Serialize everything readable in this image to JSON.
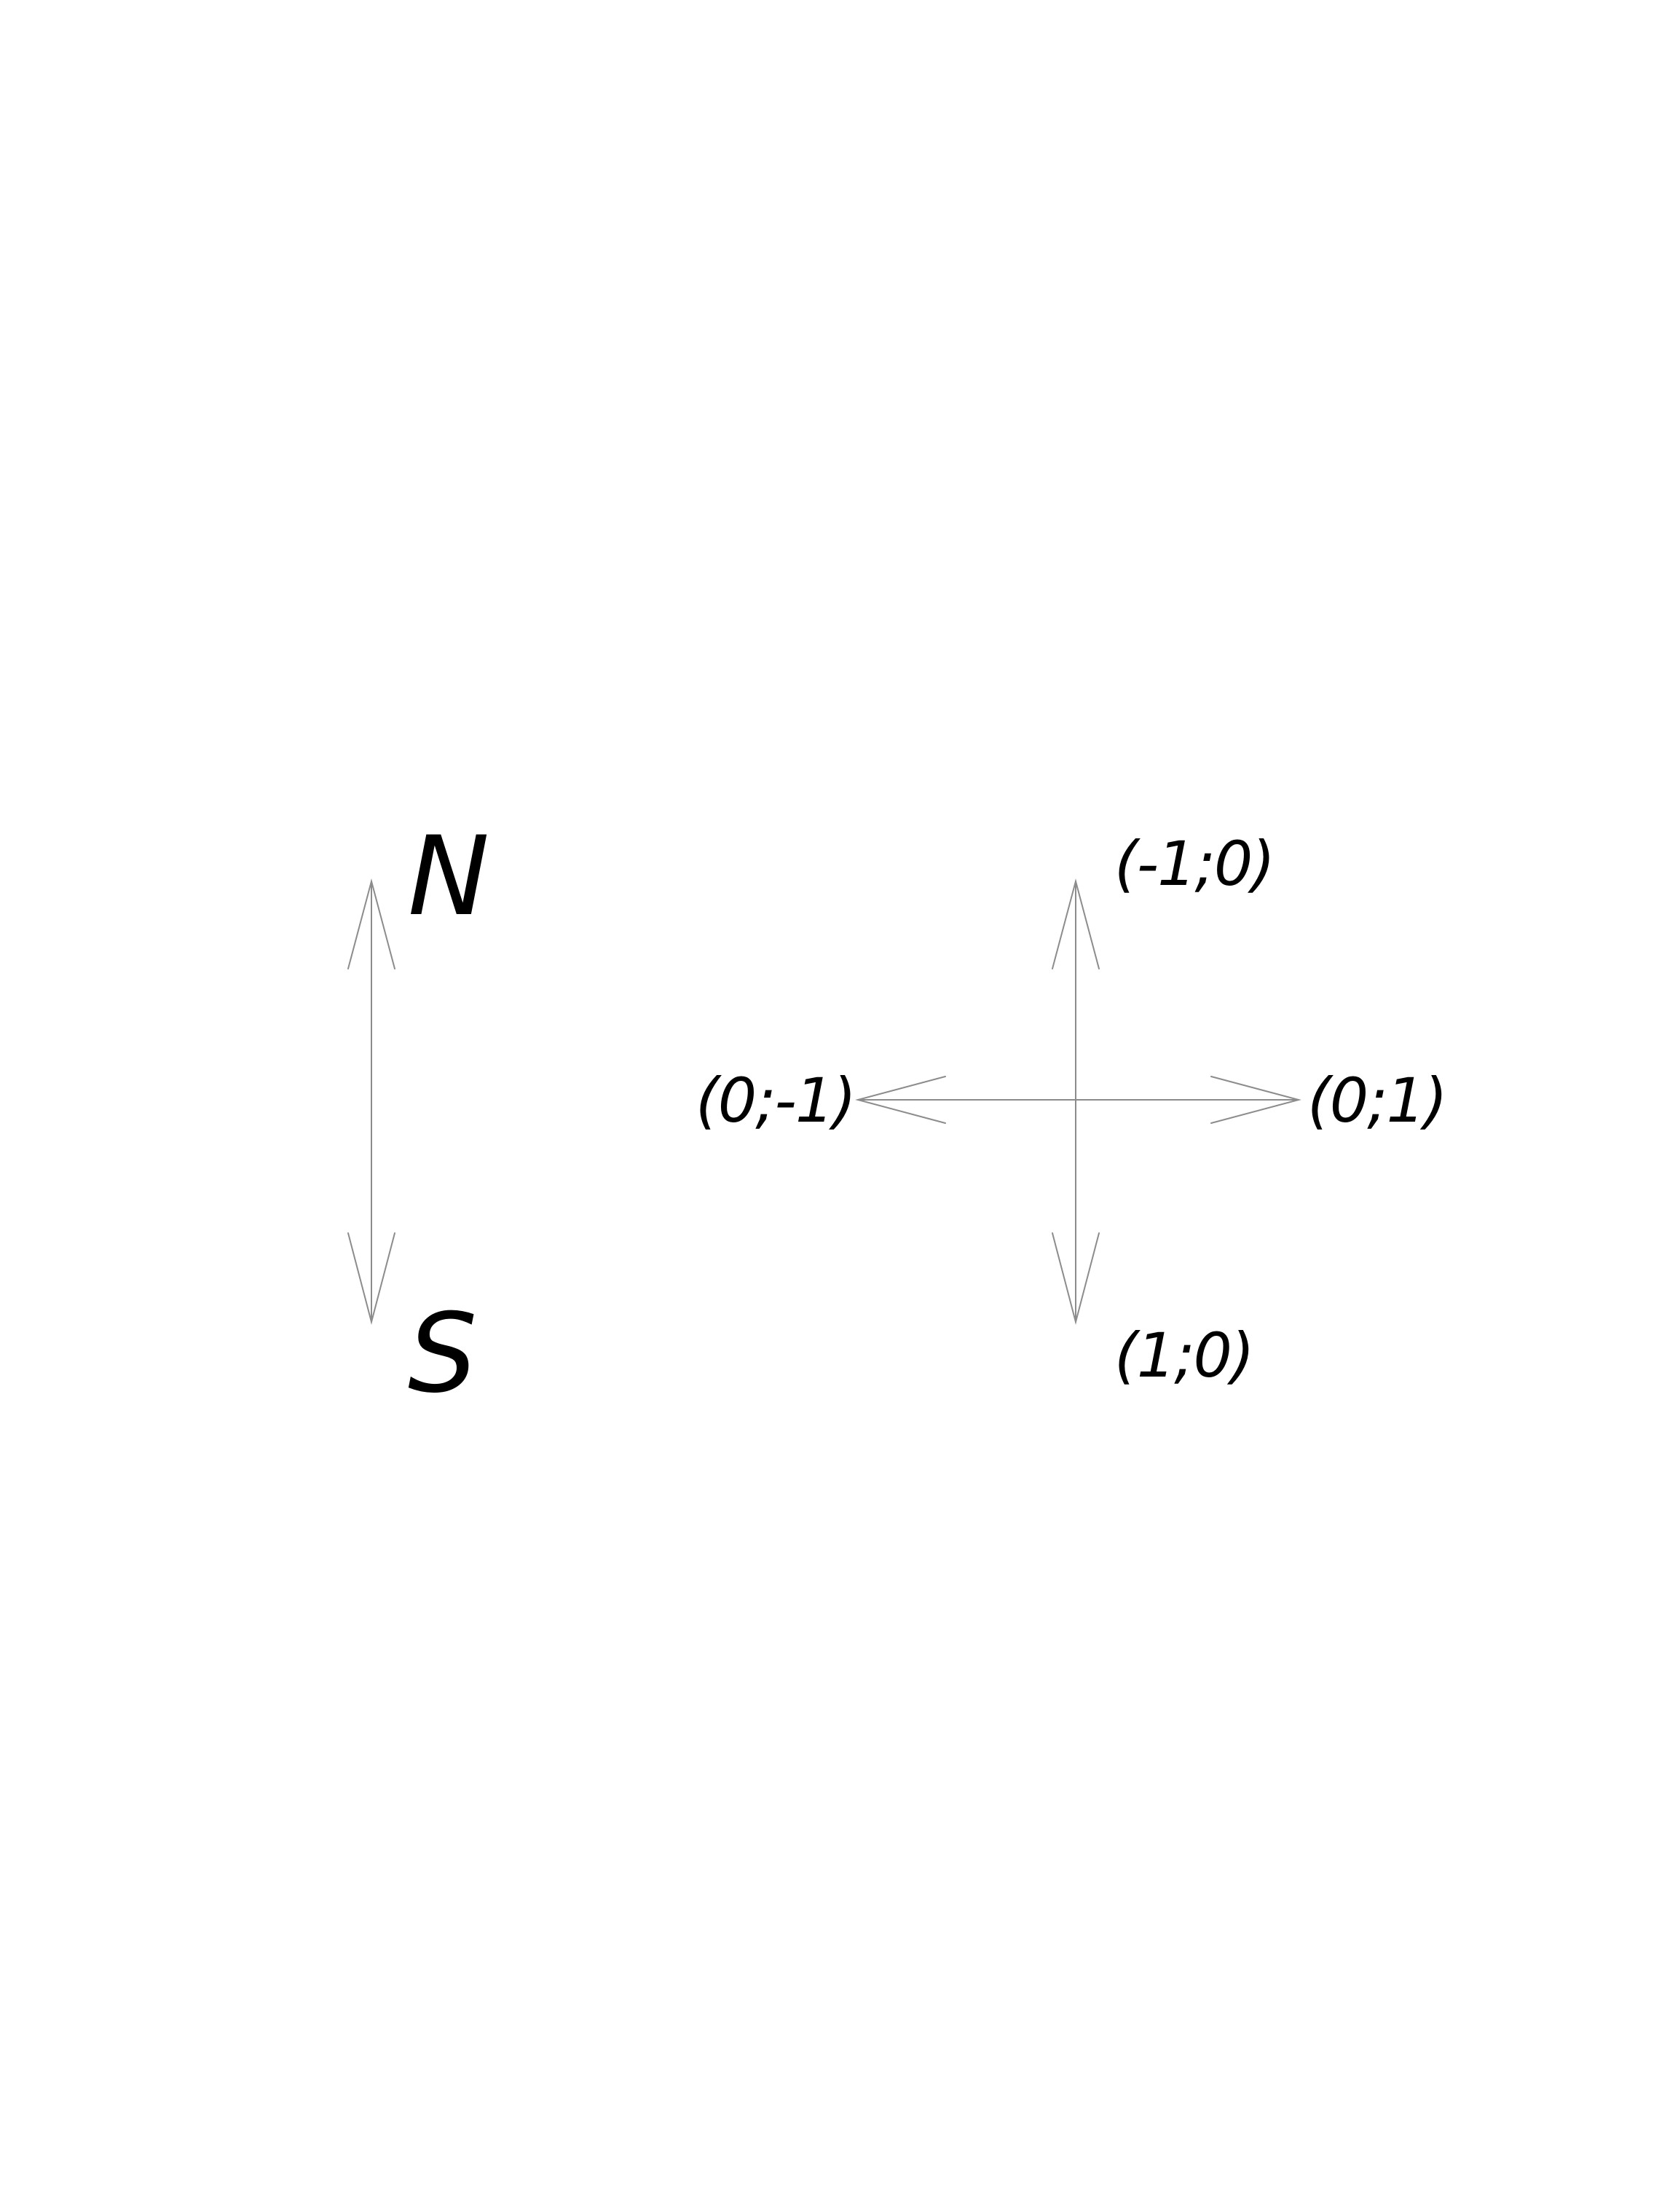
{
  "compass": {
    "north_label": "N",
    "south_label": "S"
  },
  "directions": {
    "up_label": "(-1;0)",
    "down_label": "(1;0)",
    "left_label": "(0;-1)",
    "right_label": "(0;1)"
  },
  "colors": {
    "arrow": "#8c8c8c",
    "text": "#000000",
    "background": "#ffffff"
  }
}
